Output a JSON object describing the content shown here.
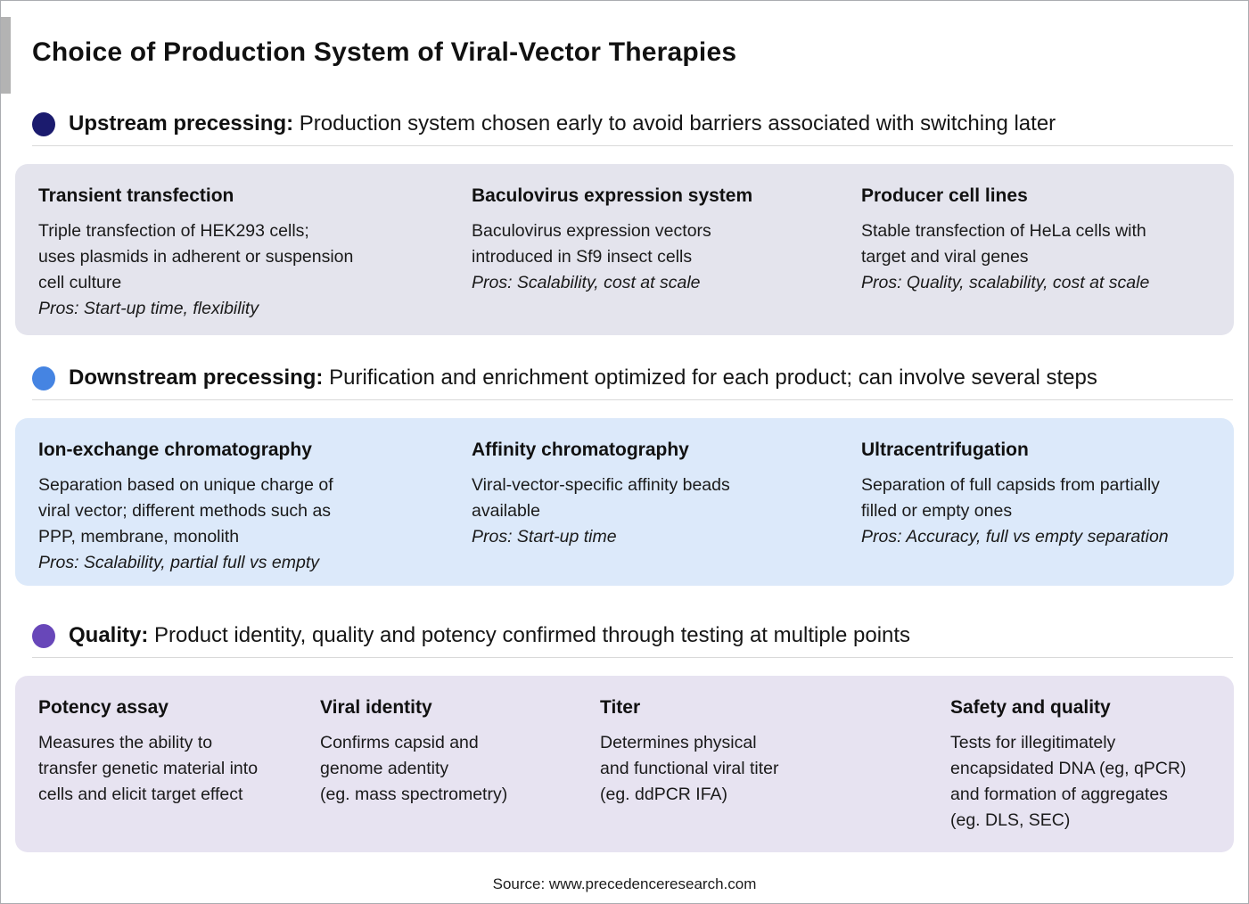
{
  "title": "Choice of Production System of Viral-Vector Therapies",
  "source": "Source: www.precedenceresearch.com",
  "colors": {
    "upstream_bullet": "#1b1b6e",
    "downstream_bullet": "#4584e2",
    "quality_bullet": "#6847b9",
    "upstream_card_bg": "#e4e4ed",
    "downstream_card_bg": "#dce9fa",
    "quality_card_bg": "#e7e3f1",
    "divider": "#d9d9d9"
  },
  "sections": [
    {
      "label": "Upstream precessing:",
      "description": " Production system chosen early to avoid barriers associated with switching later",
      "bullet_color": "#1b1b6e",
      "card_bg": "#e4e4ed",
      "items": [
        {
          "heading": "Transient transfection",
          "body": "Triple transfection of HEK293 cells;\nuses plasmids in adherent or suspension\ncell culture",
          "pros": "Pros: Start-up time, flexibility"
        },
        {
          "heading": "Baculovirus expression system",
          "body": "Baculovirus expression vectors\nintroduced in Sf9 insect cells",
          "pros": "Pros: Scalability, cost at scale"
        },
        {
          "heading": "Producer cell lines",
          "body": "Stable transfection of HeLa cells with\ntarget and viral genes",
          "pros": "Pros: Quality, scalability, cost at scale"
        }
      ]
    },
    {
      "label": "Downstream precessing:",
      "description": " Purification and enrichment optimized for each product; can involve several steps",
      "bullet_color": "#4584e2",
      "card_bg": "#dce9fa",
      "items": [
        {
          "heading": "Ion-exchange chromatography",
          "body": "Separation based on unique charge of\nviral vector; different methods such as\nPPP, membrane, monolith",
          "pros": "Pros: Scalability, partial full vs empty"
        },
        {
          "heading": "Affinity chromatography",
          "body": "Viral-vector-specific affinity beads\navailable",
          "pros": "Pros: Start-up time"
        },
        {
          "heading": "Ultracentrifugation",
          "body": "Separation of full capsids from partially\nfilled or empty ones",
          "pros": "Pros: Accuracy, full vs empty separation"
        }
      ]
    },
    {
      "label": "Quality:",
      "description": " Product identity, quality and potency confirmed through testing at multiple points",
      "bullet_color": "#6847b9",
      "card_bg": "#e7e3f1",
      "items": [
        {
          "heading": "Potency assay",
          "body": "Measures the ability to\ntransfer genetic material into\ncells and elicit target effect"
        },
        {
          "heading": "Viral identity",
          "body": "Confirms capsid and\ngenome adentity\n(eg. mass spectrometry)"
        },
        {
          "heading": "Titer",
          "body": "Determines physical\nand functional viral titer\n(eg. ddPCR IFA)"
        },
        {
          "heading": "Safety and quality",
          "body": "Tests for illegitimately\nencapsidated DNA (eg, qPCR)\nand formation of aggregates\n(eg. DLS, SEC)"
        }
      ]
    }
  ]
}
